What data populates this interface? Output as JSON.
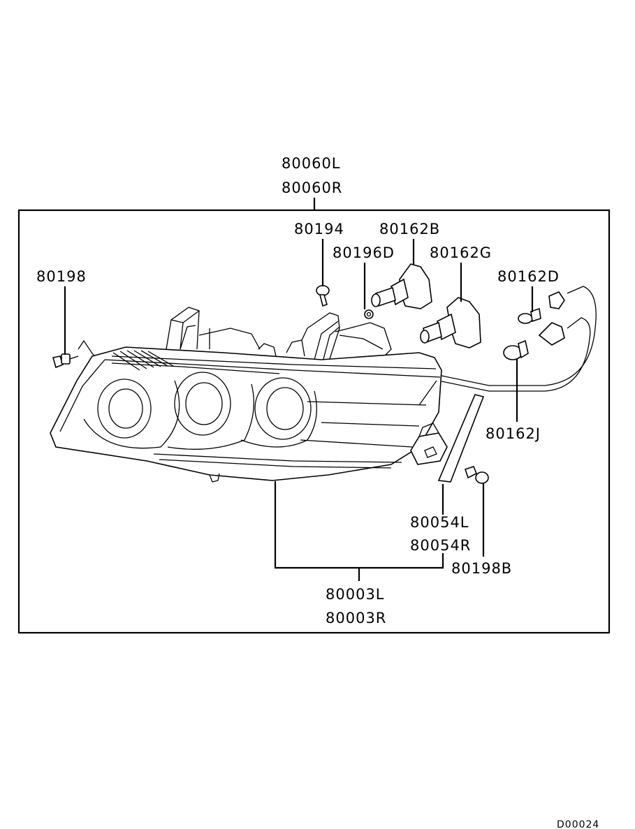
{
  "labels": {
    "assembly_l": "80060L",
    "assembly_r": "80060R",
    "p80194": "80194",
    "p80162b": "80162B",
    "p80196d": "80196D",
    "p80162g": "80162G",
    "p80198": "80198",
    "p80162d": "80162D",
    "p80162j": "80162J",
    "p80054l": "80054L",
    "p80054r": "80054R",
    "p80198b": "80198B",
    "p80003l": "80003L",
    "p80003r": "80003R"
  },
  "diagram_code": "D00024"
}
